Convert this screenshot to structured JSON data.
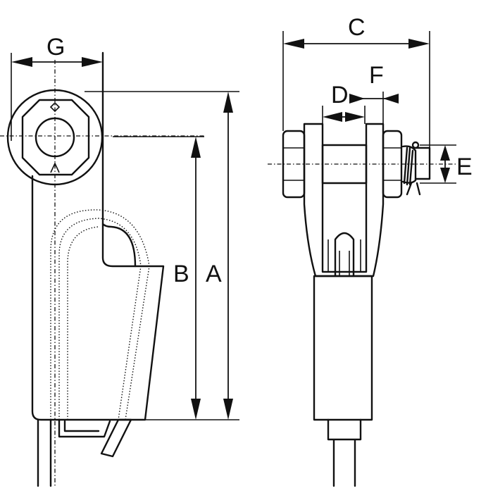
{
  "labels": {
    "a": "A",
    "b": "B",
    "c": "C",
    "d": "D",
    "e": "E",
    "f": "F",
    "g": "G"
  },
  "colors": {
    "line": "#111111",
    "background": "#ffffff"
  }
}
